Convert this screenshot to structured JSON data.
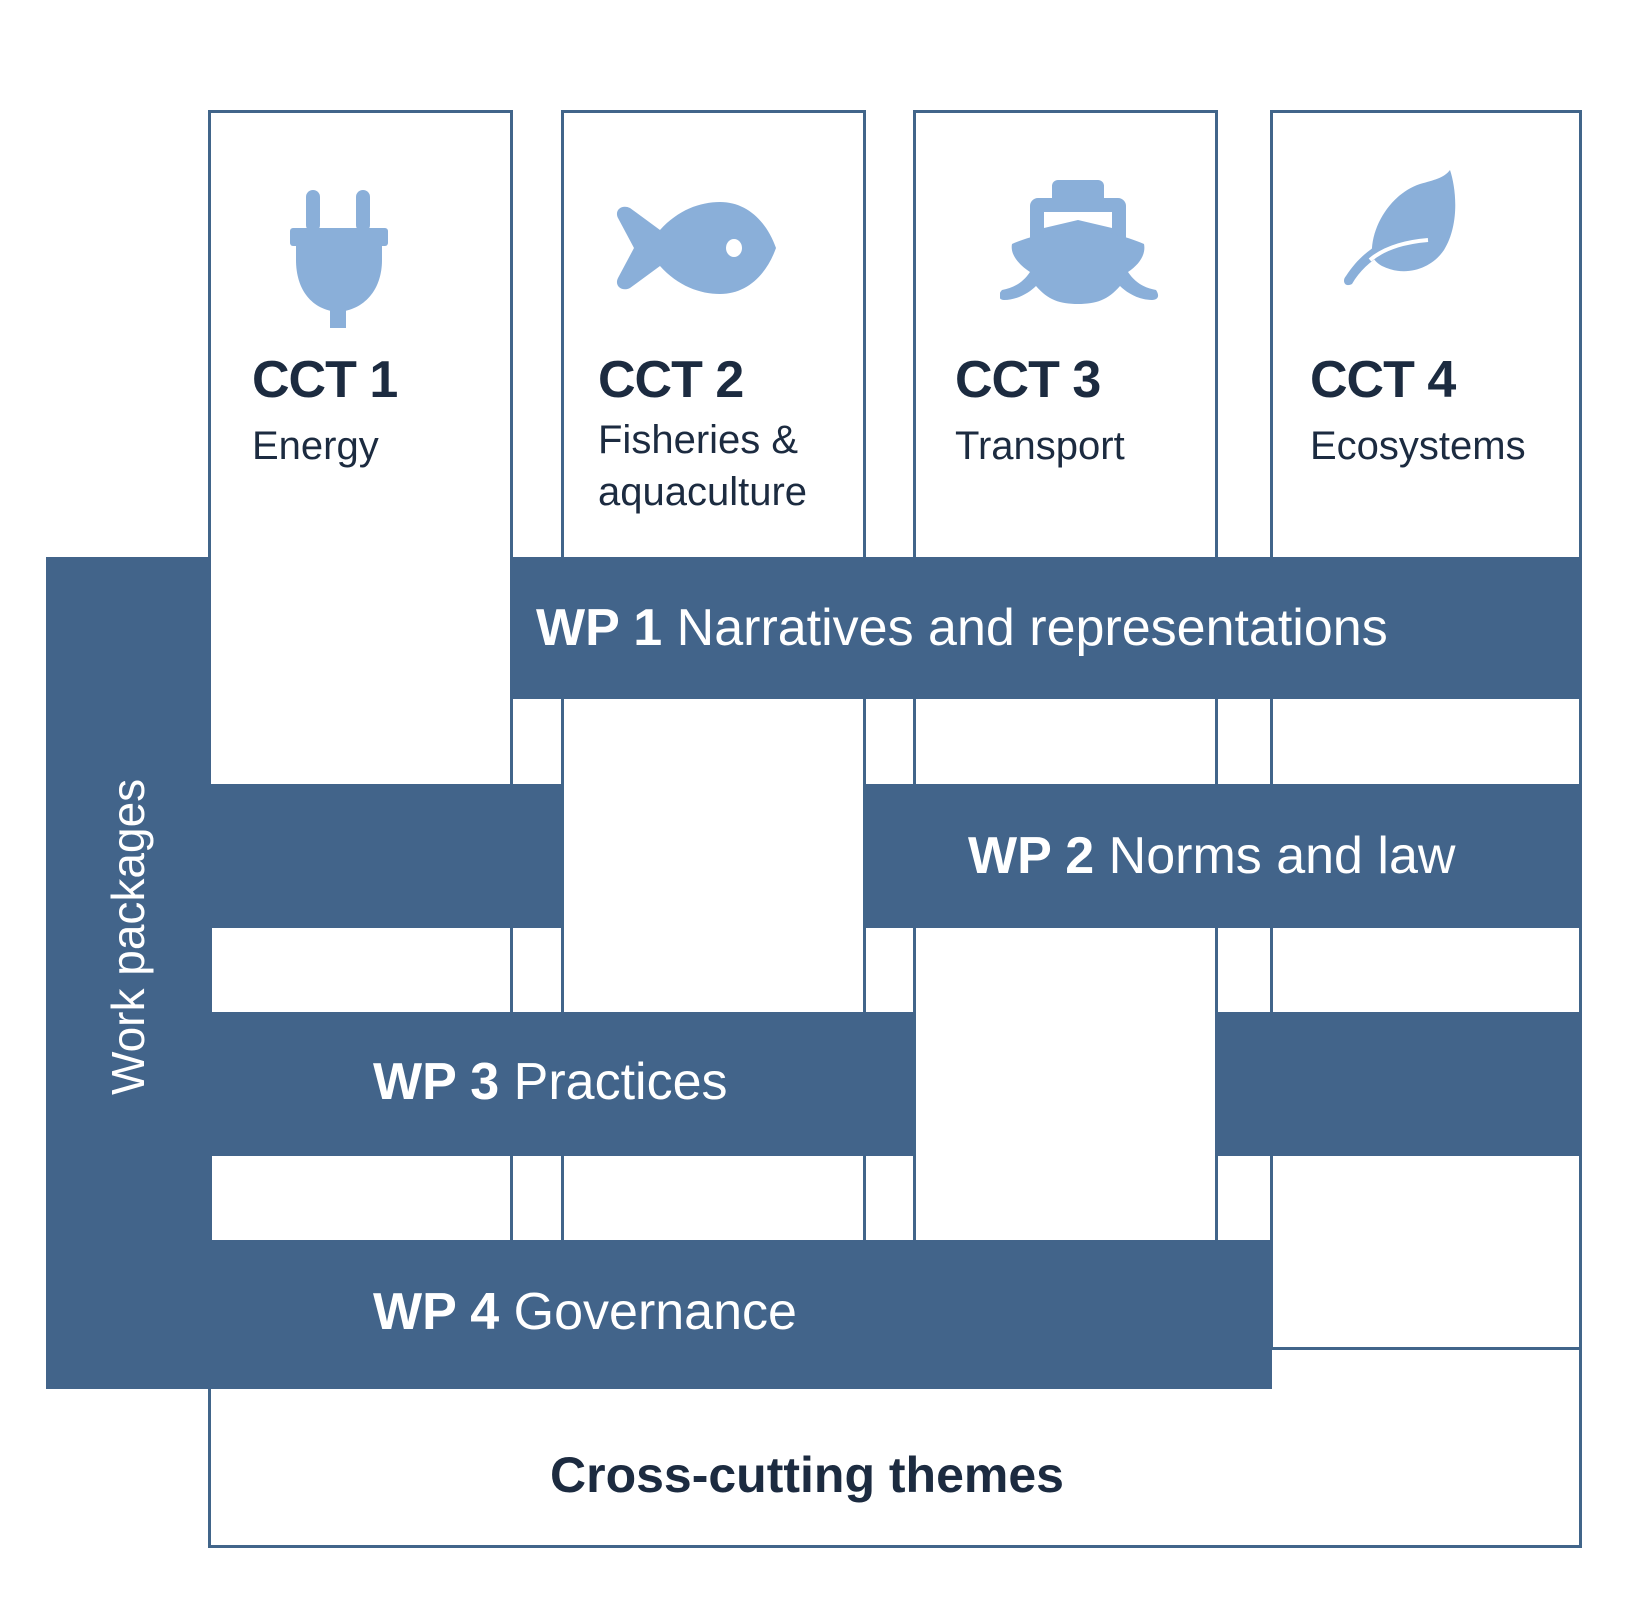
{
  "colors": {
    "bar": "#42648a",
    "border": "#41658a",
    "icon": "#8aafd9",
    "text_dark": "#1c2b40",
    "text_light": "#ffffff",
    "background": "#ffffff"
  },
  "ccts": [
    {
      "code": "CCT 1",
      "name_lines": [
        "Energy"
      ],
      "icon": "plug-icon"
    },
    {
      "code": "CCT 2",
      "name_lines": [
        "Fisheries &",
        "aquaculture"
      ],
      "icon": "fish-icon"
    },
    {
      "code": "CCT 3",
      "name_lines": [
        "Transport"
      ],
      "icon": "ship-icon"
    },
    {
      "code": "CCT 4",
      "name_lines": [
        "Ecosystems"
      ],
      "icon": "leaf-icon"
    }
  ],
  "work_packages_label": "Work packages",
  "work_packages": [
    {
      "code": "WP 1",
      "title": "Narratives and representations"
    },
    {
      "code": "WP 2",
      "title": "Norms and law"
    },
    {
      "code": "WP 3",
      "title": "Practices"
    },
    {
      "code": "WP 4",
      "title": "Governance"
    }
  ],
  "cross_cutting_label": "Cross-cutting themes"
}
